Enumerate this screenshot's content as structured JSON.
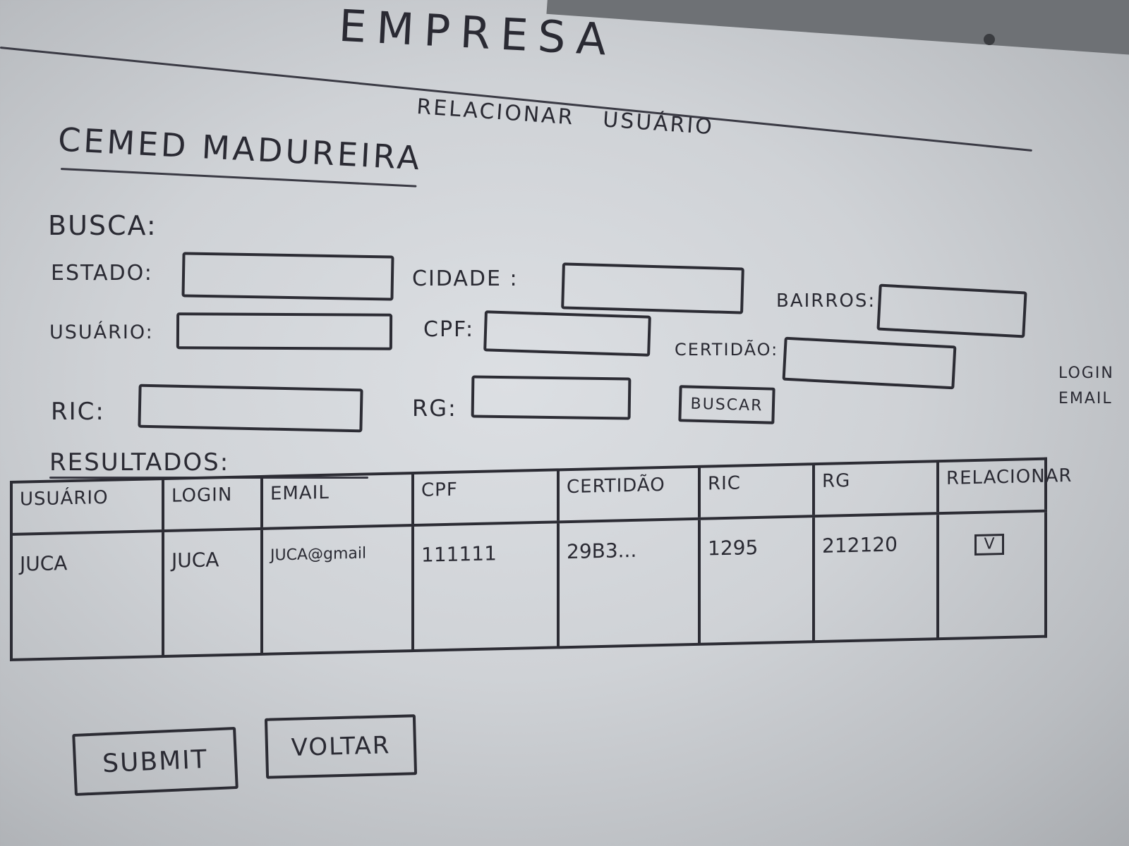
{
  "header": {
    "company": "EMPRESA",
    "subtitle_part1": "RELACIONAR",
    "subtitle_part2": "USUÁRIO"
  },
  "org_name": "CEMED MADUREIRA",
  "search": {
    "title": "BUSCA:",
    "fields": {
      "estado": {
        "label": "ESTADO:",
        "value": ""
      },
      "cidade": {
        "label": "CIDADE :",
        "value": ""
      },
      "bairros": {
        "label": "BAIRROS:",
        "value": ""
      },
      "usuario": {
        "label": "USUÁRIO:",
        "value": ""
      },
      "cpf": {
        "label": "CPF:",
        "value": ""
      },
      "certidao": {
        "label": "CERTIDÃO:",
        "value": ""
      },
      "ric": {
        "label": "RIC:",
        "value": ""
      },
      "rg": {
        "label": "RG:",
        "value": ""
      }
    },
    "button": "BUSCAR"
  },
  "side_note": {
    "line1": "LOGIN",
    "line2": "EMAIL"
  },
  "results": {
    "title": "RESULTADOS:",
    "columns": [
      "USUÁRIO",
      "LOGIN",
      "EMAIL",
      "CPF",
      "CERTIDÃO",
      "RIC",
      "RG",
      "RELACIONAR"
    ],
    "rows": [
      {
        "usuario": "JUCA",
        "login": "JUCA",
        "email": "JUCA@gmail",
        "cpf": "111111",
        "certidao": "29B3...",
        "ric": "1295",
        "rg": "212120",
        "relacionar": "V"
      }
    ]
  },
  "actions": {
    "submit": "SUBMIT",
    "back": "VOLTAR"
  }
}
